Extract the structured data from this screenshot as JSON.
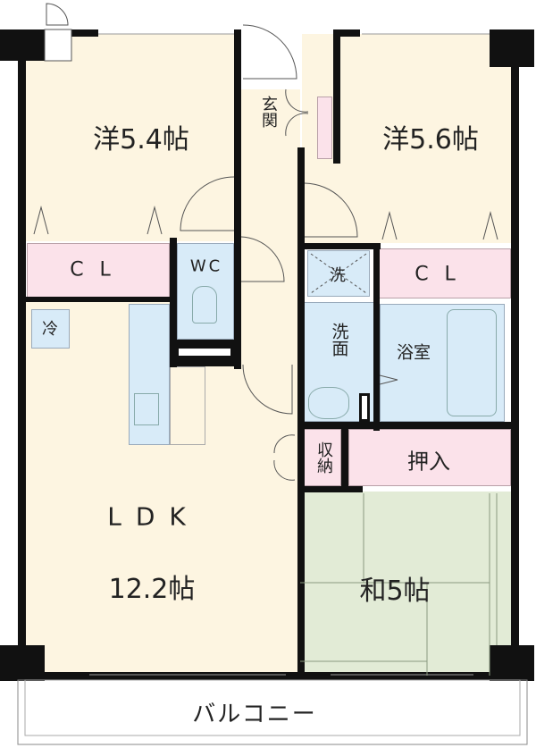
{
  "rooms": {
    "western_left": "洋5.4帖",
    "western_right": "洋5.6帖",
    "closet_left": "CL",
    "closet_right": "CL",
    "toilet": "WC",
    "entrance": "玄関",
    "washer": "洗",
    "fridge": "冷",
    "washroom": "洗面",
    "bathroom": "浴室",
    "storage": "収納",
    "oshiire": "押入",
    "ldk": "LDK",
    "ldk_size": "12.2帖",
    "japanese": "和5帖",
    "balcony": "バルコニー"
  },
  "colors": {
    "floor": "#fdf5e1",
    "closet": "#fbe2ea",
    "wet_area": "#d8ebf8",
    "tatami": "#e2ebd6",
    "wall": "#111111"
  }
}
